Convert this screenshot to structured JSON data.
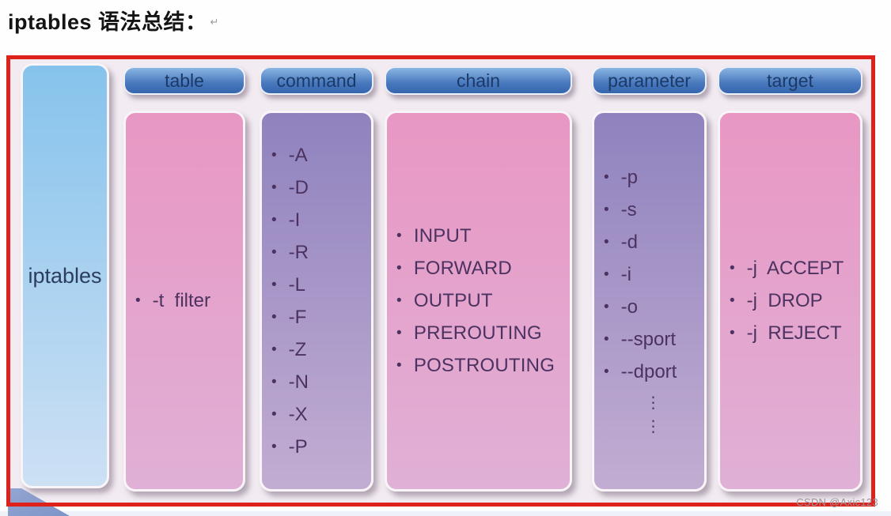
{
  "title": {
    "text": "iptables 语法总结：",
    "mark": "↵"
  },
  "watermark": "CSDN @Axic123",
  "theme": {
    "frame-red": "#dd221b",
    "bg-inner": "#f2ebf1",
    "ink": "#4c3260",
    "blue-top": "#86c3ec",
    "blue-bottom": "#cde0f4",
    "pink-top": "#e897c3",
    "pink-bottom": "#e0b0d6",
    "purple-top": "#8f82be",
    "purple-bottom": "#c2add2",
    "header-top": "#8ab5e2",
    "header-mid": "#4878bd",
    "header-bottom": "#3566ae"
  },
  "diagram": {
    "root_label": "iptables",
    "columns": [
      {
        "id": "table",
        "header": "table",
        "items": [
          "-t  filter"
        ]
      },
      {
        "id": "command",
        "header": "command",
        "items": [
          "-A",
          "-D",
          "-I",
          "-R",
          "-L",
          "-F",
          "-Z",
          "-N",
          "-X",
          "-P"
        ]
      },
      {
        "id": "chain",
        "header": "chain",
        "items": [
          "INPUT",
          "FORWARD",
          "OUTPUT",
          "PREROUTING",
          "POSTROUTING"
        ]
      },
      {
        "id": "parameter",
        "header": "parameter",
        "items": [
          "-p",
          "-s",
          "-d",
          "-i",
          "-o",
          "--sport",
          "--dport"
        ],
        "dots": [
          "⋮",
          "⋮"
        ]
      },
      {
        "id": "target",
        "header": "target",
        "items": [
          "-j  ACCEPT",
          "-j  DROP",
          "-j  REJECT"
        ]
      }
    ]
  }
}
